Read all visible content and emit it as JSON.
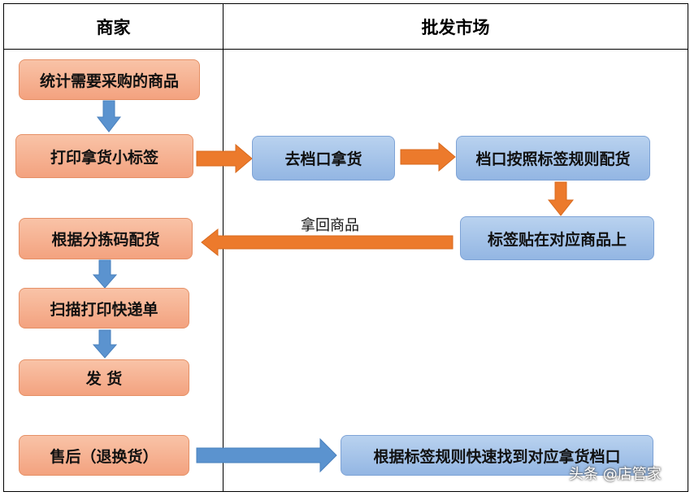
{
  "columns": {
    "merchant": "商家",
    "market": "批发市场"
  },
  "merchant_steps": {
    "count_goods": "统计需要采购的商品",
    "print_labels": "打印拿货小标签",
    "sort_distribute": "根据分拣码配货",
    "print_express": "扫描打印快递单",
    "ship": "发 货",
    "after_sales": "售后（退换货）"
  },
  "market_steps": {
    "go_stall": "去档口拿货",
    "stall_distribute": "档口按照标签规则配货",
    "attach_labels": "标签贴在对应商品上",
    "find_stall": "根据标签规则快速找到对应拿货档口"
  },
  "edge_labels": {
    "bring_back": "拿回商品"
  },
  "watermark": "头条 @店管家",
  "colors": {
    "merchant_box": "#f4a882",
    "market_box": "#9fbde6",
    "arrow_orange": "#ec7a2c",
    "arrow_blue": "#5b93cf"
  }
}
